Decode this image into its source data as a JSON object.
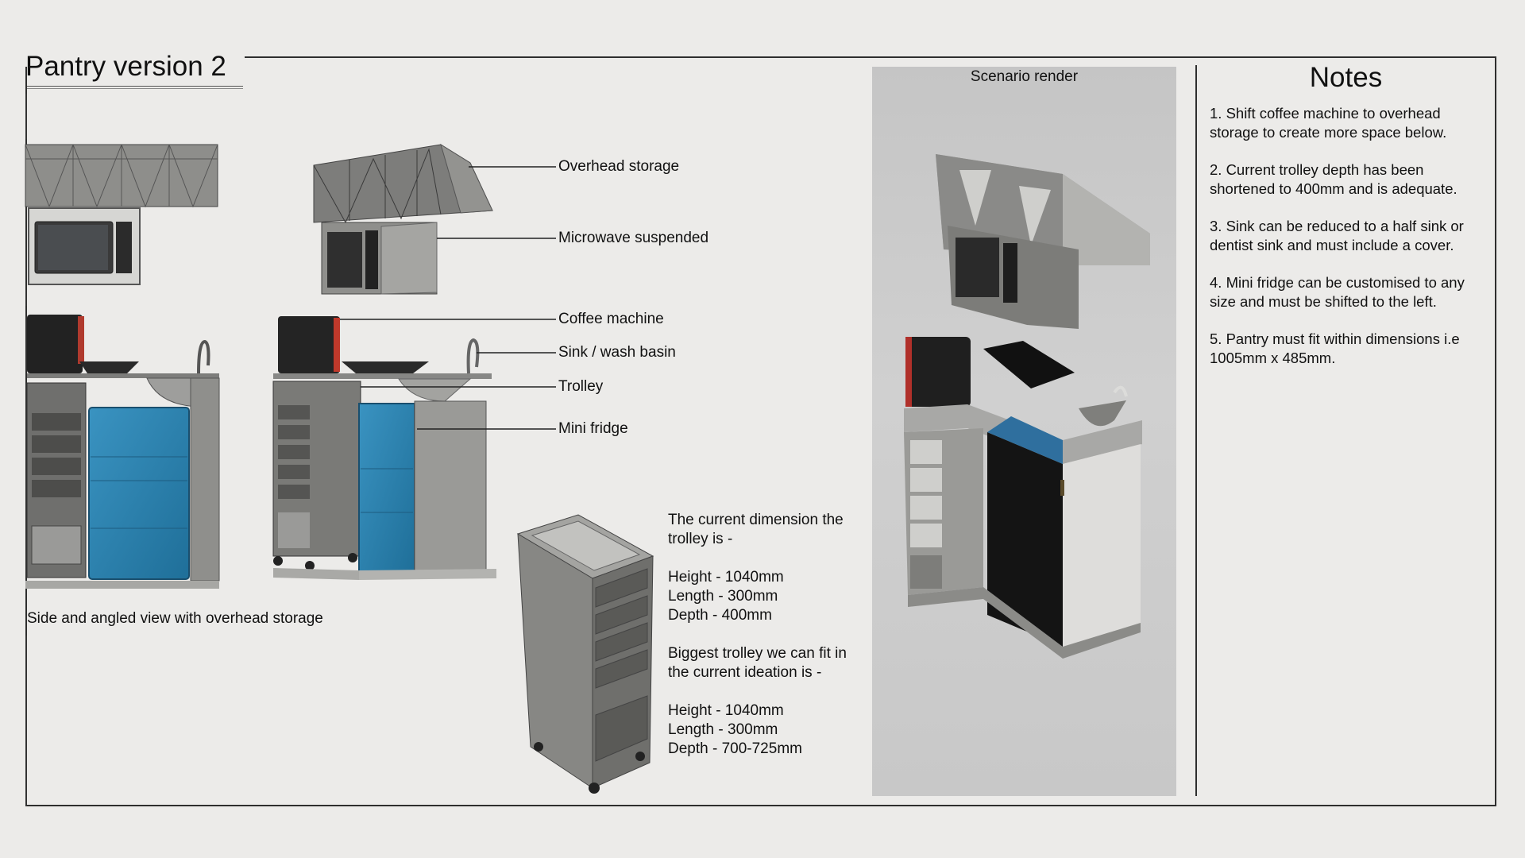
{
  "title": "Pantry version 2",
  "labels": {
    "overhead_storage": "Overhead storage",
    "microwave": "Microwave suspended",
    "coffee_machine": "Coffee machine",
    "sink": "Sink / wash basin",
    "trolley": "Trolley",
    "mini_fridge": "Mini fridge"
  },
  "caption": "Side and angled view with overhead storage",
  "trolley_info": {
    "current_heading": "The current dimension the trolley is -",
    "current": [
      "Height - 1040mm",
      "Length - 300mm",
      "Depth - 400mm"
    ],
    "biggest_heading": "Biggest trolley we can fit in the current ideation is -",
    "biggest": [
      "Height - 1040mm",
      "Length - 300mm",
      "Depth - 700-725mm"
    ]
  },
  "render": {
    "title": "Scenario render"
  },
  "notes": {
    "title": "Notes",
    "items": [
      "1. Shift coffee machine to overhead storage to create more space below.",
      "2. Current trolley depth has been shortened to 400mm and is adequate.",
      "3. Sink can be reduced to a half sink or dentist sink and must include a cover.",
      "4. Mini fridge can be customised to any size and must be shifted to the left.",
      "5. Pantry must fit within dimensions i.e 1005mm x 485mm."
    ]
  },
  "colors": {
    "fridge_blue": "#2f86b3",
    "coffee_red": "#c0392b",
    "frame": "#2e2e2e",
    "background": "#ecebe9"
  }
}
